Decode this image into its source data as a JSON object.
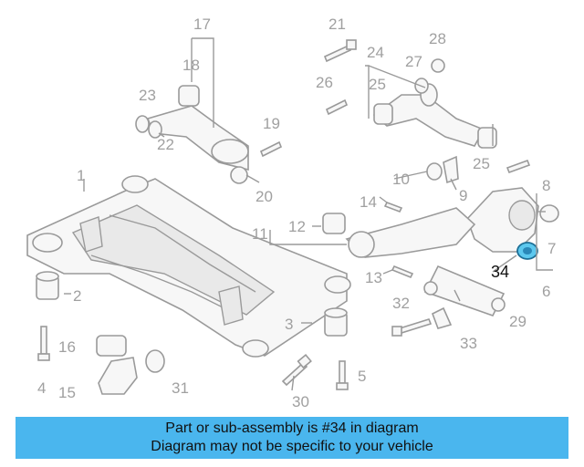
{
  "diagram": {
    "callouts": [
      "1",
      "2",
      "3",
      "4",
      "5",
      "6",
      "7",
      "8",
      "9",
      "10",
      "11",
      "12",
      "13",
      "14",
      "15",
      "16",
      "17",
      "18",
      "19",
      "20",
      "21",
      "22",
      "23",
      "24",
      "25",
      "25",
      "26",
      "27",
      "28",
      "29",
      "30",
      "31",
      "32",
      "33",
      "34"
    ],
    "highlighted_part": "34",
    "highlight_color": "#5cc8ee"
  },
  "banner": {
    "line1": "Part or sub-assembly is #34 in diagram",
    "line2": "Diagram may not be specific to your vehicle",
    "background": "#4ab6ee"
  }
}
